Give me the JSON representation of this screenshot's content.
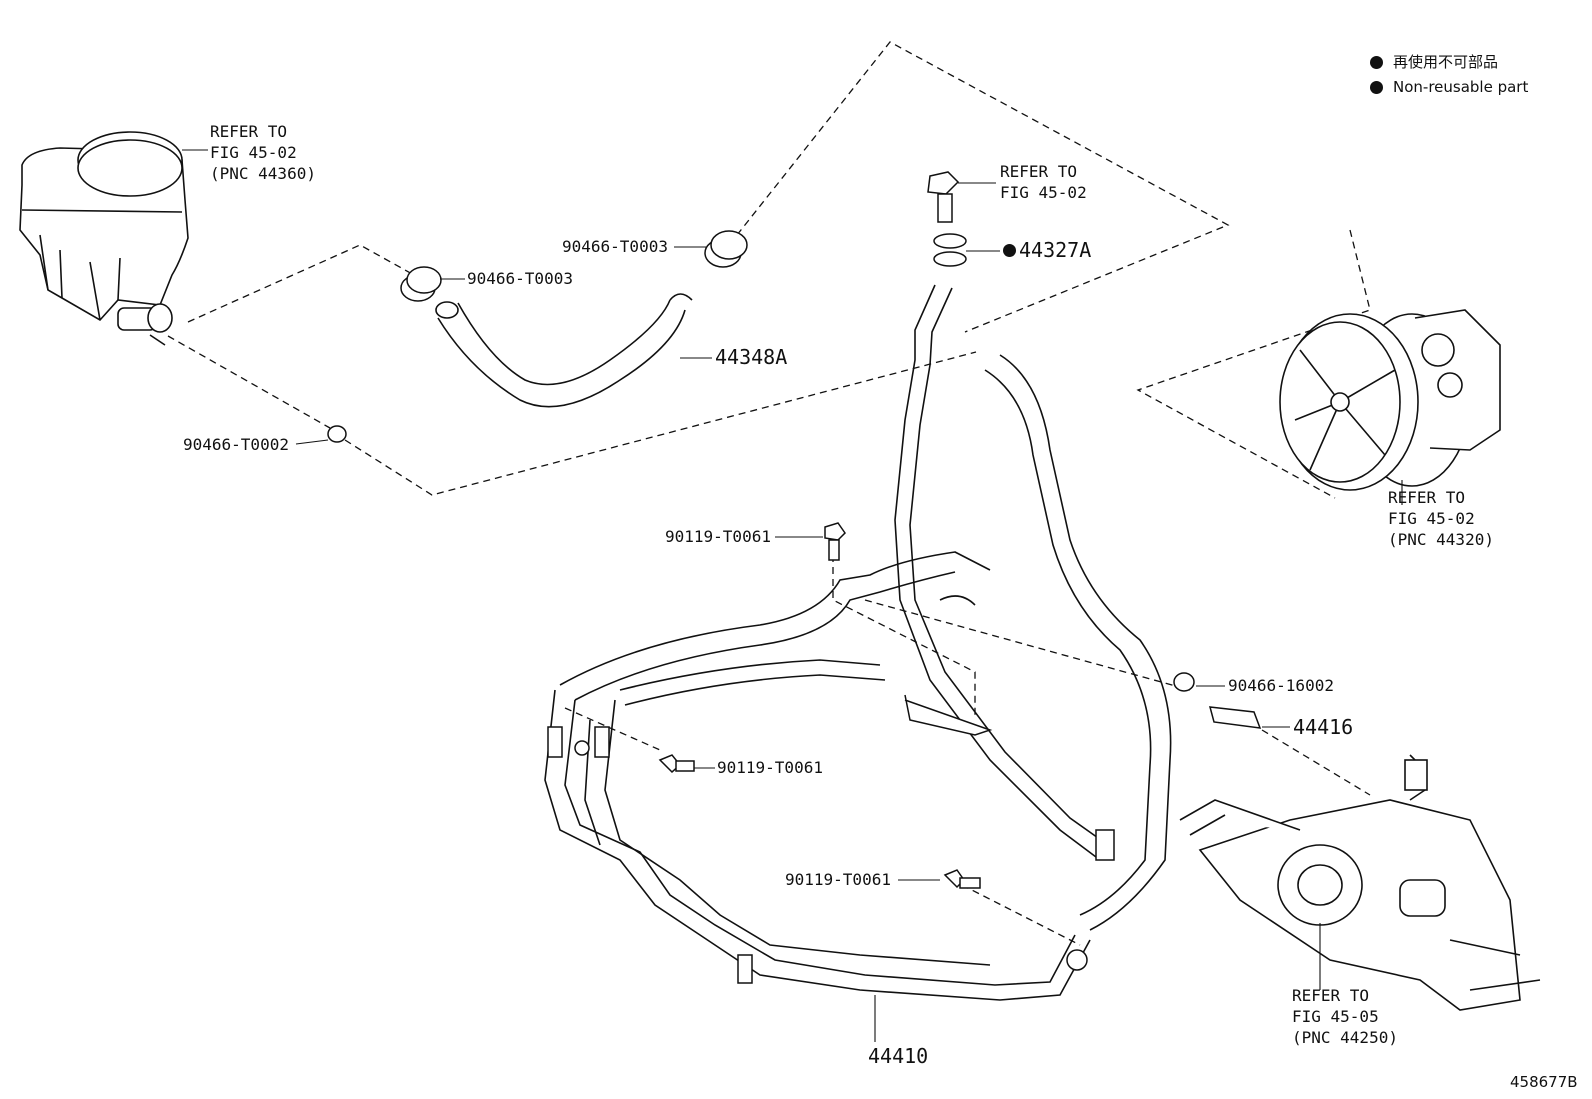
{
  "legend": {
    "items": [
      {
        "icon": "filled-circle",
        "text_ja": "再使用不可部品"
      },
      {
        "icon": "filled-circle",
        "text_en": "Non-reusable part"
      }
    ]
  },
  "references": {
    "reservoir": [
      "REFER TO",
      "FIG 45-02",
      "(PNC 44360)"
    ],
    "bolt_top": [
      "REFER TO",
      "FIG 45-02"
    ],
    "pump": [
      "REFER TO",
      "FIG 45-02",
      "(PNC 44320)"
    ],
    "gear": [
      "REFER TO",
      "FIG 45-05",
      "(PNC 44250)"
    ]
  },
  "part_labels": {
    "clamp_upper": "90466-T0003",
    "clamp_mid": "90466-T0003",
    "clamp_lower": "90466-T0002",
    "hose_return": "44348A",
    "gasket": "44327A",
    "bolt_1": "90119-T0061",
    "bolt_2": "90119-T0061",
    "bolt_3": "90119-T0061",
    "clamp_right": "90466-16002",
    "union": "44416",
    "tube_assy": "44410"
  },
  "figure_id": "458677B"
}
